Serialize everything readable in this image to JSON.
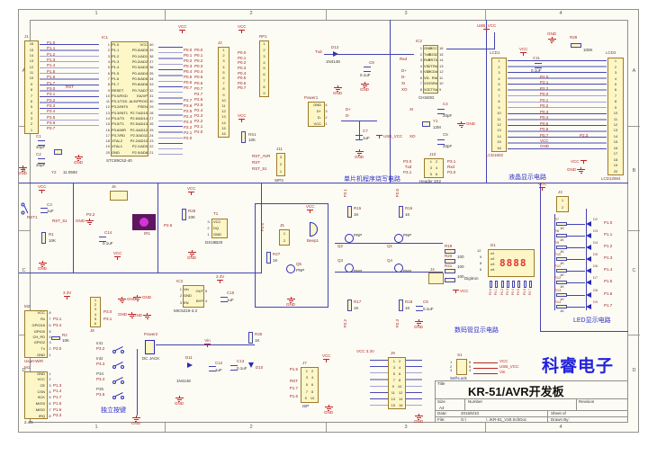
{
  "frame": {
    "cols": [
      "1",
      "2",
      "3",
      "4"
    ],
    "rows": [
      "A",
      "B",
      "C",
      "D"
    ]
  },
  "sym": {
    "vcc": "VCC",
    "gnd": "GND",
    "usb": "USB_VCC",
    "vin": "Vin",
    "v33": "3.3V",
    "v33full": "VCC 3.3V"
  },
  "brand": "科睿电子",
  "captions": {
    "prog": "单片机程序烧写电路",
    "lcd": "液晶显示电路",
    "seg": "数码管显示电路",
    "led": "LED显示电路",
    "keys": "独立按键"
  },
  "tb": {
    "title_label": "Title",
    "title": "KR-51/AVR开发板",
    "size_label": "Size",
    "size": "A4",
    "number_label": "Number",
    "rev_label": "Revision",
    "date_label": "Date:",
    "date": "2015/6/10",
    "sheet_label": "Sheet  of",
    "file_label": "File:",
    "file_drive": "G:\\",
    "file_path": "\\..\\KR-51_V30.SchDoc",
    "drawn_label": "Drawn By:"
  },
  "mcu": {
    "j1_ref": "J1",
    "rst_net": "RST",
    "j1_rows": [
      {
        "n": "16",
        "net": "P1.0"
      },
      {
        "n": "15",
        "net": "P1.1"
      },
      {
        "n": "14",
        "net": "P1.2"
      },
      {
        "n": "13",
        "net": "P1.3"
      },
      {
        "n": "12",
        "net": "P1.4"
      },
      {
        "n": "11",
        "net": "P1.5"
      },
      {
        "n": "10",
        "net": "P1.6"
      },
      {
        "n": "9",
        "net": "P1.7"
      },
      {
        "n": "8",
        "net": "P3.0"
      },
      {
        "n": "7",
        "net": "P3.1"
      },
      {
        "n": "6",
        "net": "P3.2"
      },
      {
        "n": "5",
        "net": "P3.3"
      },
      {
        "n": "4",
        "net": "P3.4"
      },
      {
        "n": "3",
        "net": "P3.5"
      },
      {
        "n": "2",
        "net": "P3.6"
      },
      {
        "n": "1",
        "net": "P3.7"
      }
    ],
    "ic1_ref": "IC1",
    "ic1_name": "STC89C52-40",
    "ic1_left": [
      {
        "n": "1",
        "s": "P1.0"
      },
      {
        "n": "2",
        "s": "P1.1"
      },
      {
        "n": "3",
        "s": "P1.2"
      },
      {
        "n": "4",
        "s": "P1.3"
      },
      {
        "n": "5",
        "s": "P1.4"
      },
      {
        "n": "6",
        "s": "P1.5"
      },
      {
        "n": "7",
        "s": "P1.6"
      },
      {
        "n": "8",
        "s": "P1.7"
      },
      {
        "n": "9",
        "s": "RESET"
      },
      {
        "n": "10",
        "s": "P3.0/RXD"
      },
      {
        "n": "11",
        "s": "P3.1/TXD"
      },
      {
        "n": "12",
        "s": "P3.2/INT0"
      },
      {
        "n": "13",
        "s": "P3.3/INT1"
      },
      {
        "n": "14",
        "s": "P3.4/T0"
      },
      {
        "n": "15",
        "s": "P3.5/T1"
      },
      {
        "n": "16",
        "s": "P3.6/WR"
      },
      {
        "n": "17",
        "s": "P3.7/RD"
      },
      {
        "n": "18",
        "s": "XTAL2"
      },
      {
        "n": "19",
        "s": "XTAL1"
      },
      {
        "n": "20",
        "s": "GND"
      }
    ],
    "ic1_right": [
      {
        "n": "40",
        "s": "VCC"
      },
      {
        "n": "39",
        "s": "P0.0/AD0"
      },
      {
        "n": "38",
        "s": "P0.1/AD1"
      },
      {
        "n": "37",
        "s": "P0.2/AD2"
      },
      {
        "n": "36",
        "s": "P0.3/AD3"
      },
      {
        "n": "35",
        "s": "P0.4/AD4"
      },
      {
        "n": "34",
        "s": "P0.5/AD5"
      },
      {
        "n": "33",
        "s": "P0.6/AD6"
      },
      {
        "n": "32",
        "s": "P0.7/AD7"
      },
      {
        "n": "31",
        "s": "EA/VP"
      },
      {
        "n": "30",
        "s": "ALE/PROG"
      },
      {
        "n": "29",
        "s": "PSEN"
      },
      {
        "n": "28",
        "s": "P2.7/AD15"
      },
      {
        "n": "27",
        "s": "P2.6/AD14"
      },
      {
        "n": "26",
        "s": "P2.5/AD13"
      },
      {
        "n": "25",
        "s": "P2.4/AD12"
      },
      {
        "n": "24",
        "s": "P2.3/AD11"
      },
      {
        "n": "23",
        "s": "P2.2/AD10"
      },
      {
        "n": "22",
        "s": "P2.1/AD9"
      },
      {
        "n": "21",
        "s": "P2.0/AD8"
      }
    ],
    "p0": [
      "P0.0",
      "P0.1",
      "P0.2",
      "P0.3",
      "P0.4",
      "P0.5",
      "P0.6",
      "P0.7"
    ],
    "p2": [
      "P2.7",
      "P2.6",
      "P2.5",
      "P2.4",
      "P2.3",
      "P2.2",
      "P2.1",
      "P2.0"
    ],
    "c1": "C1",
    "c1v": "20pF",
    "c2": "C2",
    "c2v": "20pF",
    "y2": "Y2",
    "y2v": "11.0592"
  },
  "hdr": {
    "j2_ref": "J2",
    "j2_rows": [
      {
        "net": "P0.0",
        "n": "1"
      },
      {
        "net": "P0.1",
        "n": "2"
      },
      {
        "net": "P0.2",
        "n": "3"
      },
      {
        "net": "P0.3",
        "n": "4"
      },
      {
        "net": "P0.4",
        "n": "5"
      },
      {
        "net": "P0.5",
        "n": "6"
      },
      {
        "net": "P0.6",
        "n": "7"
      },
      {
        "net": "P0.7",
        "n": "8"
      },
      {
        "net": "P2.7",
        "n": "9"
      },
      {
        "net": "P2.6",
        "n": "10"
      },
      {
        "net": "P2.5",
        "n": "11"
      },
      {
        "net": "P2.4",
        "n": "12"
      },
      {
        "net": "P2.3",
        "n": "13"
      },
      {
        "net": "P2.2",
        "n": "14"
      },
      {
        "net": "P2.1",
        "n": "15"
      },
      {
        "net": "P2.0",
        "n": "16"
      }
    ],
    "rp1_ref": "RP1",
    "rp1_pins": [
      "1",
      "2",
      "3",
      "4",
      "5",
      "6",
      "7",
      "8",
      "9"
    ],
    "rp1_nets": [
      "P0.0",
      "P0.1",
      "P0.2",
      "P0.3",
      "P0.4",
      "P0.5",
      "P0.6",
      "P0.7"
    ],
    "rs1": "RS1",
    "rs1v": "10K",
    "j11_ref": "J11",
    "j11_name": "SIP3",
    "j11_rows": [
      {
        "net": "RST_AVR",
        "n": "3"
      },
      {
        "net": "RST",
        "n": "2"
      },
      {
        "net": "RST_51",
        "n": "1"
      }
    ]
  },
  "prog": {
    "txd": "Txd",
    "rxd": "Rxd",
    "dp": "D+",
    "dm": "D-",
    "xi": "XI",
    "xo": "XO",
    "d13": "D13",
    "d13v": "1N4148",
    "c8": "C8",
    "c8v": "0.1uF",
    "ic2_ref": "IC2",
    "ic2_name": "CH340G",
    "ic2_left": [
      {
        "n": "1",
        "s": "GND"
      },
      {
        "n": "2",
        "s": "TxD"
      },
      {
        "n": "3",
        "s": "RxT"
      },
      {
        "n": "4",
        "s": "V3"
      },
      {
        "n": "5",
        "s": "VD+"
      },
      {
        "n": "6",
        "s": "VD-"
      },
      {
        "n": "7",
        "s": "XI"
      },
      {
        "n": "8",
        "s": "XO"
      }
    ],
    "ic2_right": [
      {
        "n": "16",
        "s": "VCC"
      },
      {
        "n": "15",
        "s": "R232"
      },
      {
        "n": "14",
        "s": "RST#"
      },
      {
        "n": "13",
        "s": "DTR#"
      },
      {
        "n": "12",
        "s": "DCD#"
      },
      {
        "n": "11",
        "s": "RI#"
      },
      {
        "n": "10",
        "s": "DSR#"
      },
      {
        "n": "9",
        "s": "CTS#"
      }
    ],
    "pwr1_ref": "Power1",
    "pwr1_rows": [
      {
        "s": "GND",
        "n": "4"
      },
      {
        "s": "D+",
        "n": "3"
      },
      {
        "s": "D-",
        "n": "2"
      },
      {
        "s": "VCC",
        "n": "1"
      }
    ],
    "c7": "C7",
    "c7v": "1uF",
    "y1": "Y1",
    "y1v": "12M",
    "c4": "C4",
    "c4v": "20pF",
    "c5": "C5",
    "c5v": "20pF",
    "j10_ref": "J10",
    "j10_name": "Header 3X2",
    "j10_rows": [
      {
        "ln": "P3.0",
        "l": "1",
        "r": "2",
        "rn": "P3.1"
      },
      {
        "ln": "Txd",
        "l": "3",
        "r": "4",
        "rn": "Rxd"
      },
      {
        "ln": "P3.1",
        "l": "5",
        "r": "6",
        "rn": "P3.0"
      }
    ]
  },
  "lcd": {
    "lcd1_ref": "LCD1",
    "lcd1_name": "LCD1602",
    "lcd1_pins": [
      "1",
      "2",
      "3",
      "4",
      "5",
      "6",
      "7",
      "8",
      "9",
      "10",
      "11",
      "12",
      "13",
      "14",
      "15",
      "16"
    ],
    "lcd2_ref": "LCD2",
    "lcd2_name": "LCD12864",
    "lcd2_pins": [
      "1",
      "2",
      "3",
      "4",
      "5",
      "6",
      "7",
      "8",
      "9",
      "10",
      "11",
      "12",
      "13",
      "14",
      "15",
      "16",
      "17",
      "18",
      "19",
      "20"
    ],
    "mid": [
      "P2.0",
      "P2.1",
      "P2.2",
      "P0.0",
      "P0.1",
      "P0.2",
      "P0.3",
      "P0.4",
      "P0.5",
      "P0.6",
      "P0.7",
      "VCC",
      "GND"
    ],
    "p23": "P2.3",
    "c11": "C11",
    "c11v": "0.1uF",
    "r29": "R29",
    "r29v": "100K"
  },
  "rstc": {
    "ref": "RST1",
    "c3": "C3",
    "c3v": "1uF",
    "r1": "R1",
    "r1v": "10K",
    "net": "RST_51"
  },
  "ir": {
    "j6": "J6",
    "ref": "IR1",
    "net": "P3.2",
    "c14": "C14",
    "c14v": "0.1uF"
  },
  "ds": {
    "t1": "T1",
    "name": "DS18B20",
    "pins": [
      {
        "n": "3",
        "s": "VCC"
      },
      {
        "n": "2",
        "s": "DQ"
      },
      {
        "n": "1",
        "s": "GND"
      }
    ],
    "r28": "R28",
    "r28v": "10K",
    "net": "P2.6"
  },
  "beep": {
    "j5": "J5",
    "p1": "1",
    "p2": "2",
    "r27": "R27",
    "r27v": "1K",
    "q": "Q5",
    "qt": "PNP",
    "name": "Beep1",
    "net": "P2.5"
  },
  "seg": {
    "drv": [
      {
        "net": "P2.1",
        "r": "R15",
        "v": "1K",
        "q": "Q2",
        "t": "PNP"
      },
      {
        "net": "P2.0",
        "r": "R16",
        "v": "1K",
        "q": "Q1",
        "t": "PNP"
      },
      {
        "net": "P2.2",
        "r": "R17",
        "v": "1K",
        "q": "Q3",
        "t": "PNP"
      },
      {
        "net": "P2.3",
        "r": "R18",
        "v": "1K",
        "q": "Q4",
        "t": "PNP"
      }
    ],
    "rr": [
      {
        "r": "R19",
        "v": "100",
        "pin": "12"
      },
      {
        "r": "R20",
        "v": "100",
        "pin": "9"
      },
      {
        "r": "R21",
        "v": "100",
        "pin": "8"
      },
      {
        "r": "R22",
        "v": "100",
        "pin": "6"
      }
    ],
    "j4": "J4",
    "c9": "C9",
    "c9v": "0.1uF",
    "d1_ref": "D1",
    "d1_name": "Digitron",
    "digits": "8888",
    "wpins": [
      "w1",
      "w2",
      "w3",
      "w4"
    ],
    "segnets": [
      "P0.0",
      "P0.1",
      "P0.2",
      "P0.3",
      "P0.4",
      "P0.5",
      "P0.6",
      "P0.7"
    ]
  },
  "led": {
    "j3": "J3",
    "p1": "1",
    "p2": "2",
    "rows": [
      {
        "r": "R7",
        "v": "1K",
        "d": "D2",
        "net": "P1.0"
      },
      {
        "r": "R8",
        "v": "1K",
        "d": "D3",
        "net": "P1.1"
      },
      {
        "r": "R9",
        "v": "1K",
        "d": "D4",
        "net": "P1.2"
      },
      {
        "r": "R10",
        "v": "1K",
        "d": "D5",
        "net": "P1.3"
      },
      {
        "r": "R11",
        "v": "1K",
        "d": "D6",
        "net": "P1.4"
      },
      {
        "r": "R12",
        "v": "1K",
        "d": "D7",
        "net": "P1.5"
      },
      {
        "r": "R13",
        "v": "1K",
        "d": "D8",
        "net": "P1.6"
      },
      {
        "r": "R14",
        "v": "1K",
        "d": "D9",
        "net": "P1.7"
      }
    ]
  },
  "wifi": {
    "ref": "M2",
    "label": "Usart-WiFi",
    "r2": "R2",
    "r2v": "10K",
    "rows": [
      {
        "s": "VCC",
        "n": "8",
        "net": ""
      },
      {
        "s": "Rx",
        "n": "7",
        "net": "P3.1"
      },
      {
        "s": "GPIO16",
        "n": "6",
        "net": "P3.4"
      },
      {
        "s": "GPIO0",
        "n": "5",
        "net": ""
      },
      {
        "s": "CH_PD",
        "n": "4",
        "net": ""
      },
      {
        "s": "GPIO2",
        "n": "3",
        "net": ""
      },
      {
        "s": "Tx",
        "n": "2",
        "net": "P3.0"
      },
      {
        "s": "GND",
        "n": "1",
        "net": ""
      }
    ]
  },
  "rf": {
    "ref": "M1",
    "name": "2.4G",
    "rows": [
      {
        "s": "GND",
        "n": "1",
        "net": ""
      },
      {
        "s": "VCC",
        "n": "2",
        "net": ""
      },
      {
        "s": "CE",
        "n": "3",
        "net": "P1.3"
      },
      {
        "s": "CSN",
        "n": "4",
        "net": "P1.4"
      },
      {
        "s": "SCK",
        "n": "5",
        "net": "P1.7"
      },
      {
        "s": "MOSI",
        "n": "6",
        "net": "P1.5"
      },
      {
        "s": "MISO",
        "n": "7",
        "net": "P1.6"
      },
      {
        "s": "IRQ",
        "n": "8",
        "net": "P3.3"
      }
    ]
  },
  "j8": {
    "ref": "J8",
    "rows": [
      {
        "n": "1",
        "net": ""
      },
      {
        "n": "2",
        "net": ""
      },
      {
        "n": "3",
        "net": ""
      },
      {
        "n": "4",
        "net": "P3.0"
      },
      {
        "n": "5",
        "net": "P3.1"
      },
      {
        "n": "6",
        "net": ""
      }
    ]
  },
  "keys": {
    "rows": [
      {
        "ref": "Int1",
        "net": "P3.2"
      },
      {
        "ref": "Int2",
        "net": "P3.3"
      },
      {
        "ref": "P34",
        "net": "P3.4"
      },
      {
        "ref": "P35",
        "net": "P3.5"
      }
    ]
  },
  "pwr": {
    "p2ref": "Power2",
    "jack": "DC JACK",
    "d11": "D11",
    "d11v": "1N4148",
    "c12": "C12",
    "c12v": "1uF",
    "c13": "C13",
    "c13v": "0.1uF",
    "r30": "R30",
    "r30v": "1K",
    "d10": "D10",
    "ic3_ref": "IC3",
    "ic3_name": "MIC5219-3.3",
    "ic3_left": [
      {
        "n": "1",
        "s": "Vin"
      },
      {
        "n": "2",
        "s": "GND"
      },
      {
        "n": "3",
        "s": "EN"
      }
    ],
    "ic3_right": [
      {
        "n": "5",
        "s": "OUT"
      },
      {
        "n": "4",
        "s": "BYP"
      }
    ],
    "c15": "C15",
    "c15v": "1uF"
  },
  "isp": {
    "ref": "J7",
    "name": "ISP",
    "rows": [
      {
        "ln": "P1.5",
        "l": "1",
        "r": "2"
      },
      {
        "ln": "",
        "l": "3",
        "r": "4"
      },
      {
        "ln": "RST",
        "l": "5",
        "r": "6"
      },
      {
        "ln": "P1.7",
        "l": "7",
        "r": "8"
      },
      {
        "ln": "P1.6",
        "l": "9",
        "r": "10"
      }
    ]
  },
  "j9": {
    "ref": "J9",
    "rows": [
      {
        "l": "1",
        "r": "2"
      },
      {
        "l": "3",
        "r": "4"
      },
      {
        "l": "5",
        "r": "6"
      },
      {
        "l": "7",
        "r": "8"
      },
      {
        "l": "9",
        "r": "10"
      },
      {
        "l": "11",
        "r": "12"
      },
      {
        "l": "13",
        "r": "14"
      },
      {
        "l": "15",
        "r": "16"
      }
    ]
  },
  "s1": {
    "ref": "S1",
    "name": "Self-Lock",
    "left": [
      "1",
      "2",
      "3"
    ],
    "right": [
      "6",
      "5",
      "4"
    ],
    "nets": [
      "VCC",
      "USB_VCC",
      "Vin"
    ]
  }
}
